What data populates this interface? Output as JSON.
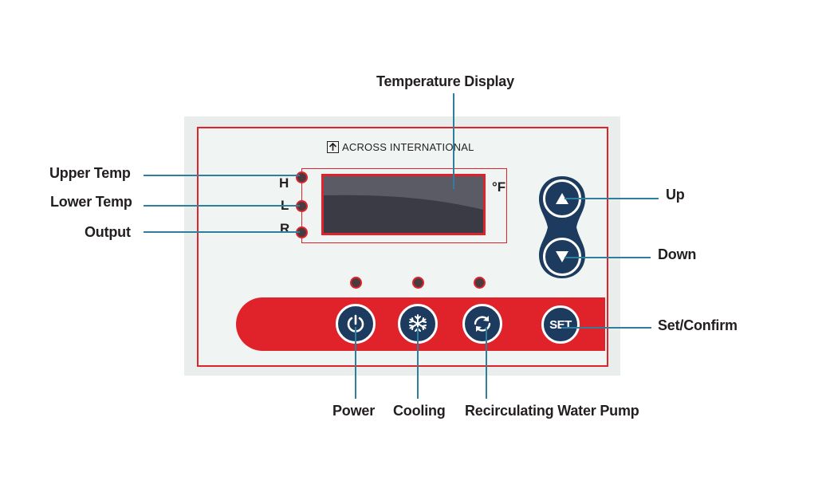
{
  "diagram": {
    "title_callout": "Temperature Display",
    "brand": "ACROSS INTERNATIONAL",
    "display_unit": "°F",
    "indicator_letters": [
      "H",
      "L",
      "R"
    ],
    "left_callouts": [
      "Upper Temp",
      "Lower Temp",
      "Output"
    ],
    "right_callouts": [
      "Up",
      "Down",
      "Set/Confirm"
    ],
    "bottom_callouts": [
      "Power",
      "Cooling",
      "Recirculating Water Pump"
    ],
    "set_button_label": "SET",
    "colors": {
      "accent_red": "#e0232a",
      "button_navy": "#1c3b5e",
      "leader_line": "#2e7f9e",
      "panel_bg": "#e9eeed",
      "screen": "#3b3b46"
    },
    "icons": [
      "power-icon",
      "snowflake-icon",
      "recirculate-icon",
      "triangle-up-icon",
      "triangle-down-icon",
      "brand-arrow-icon"
    ]
  }
}
